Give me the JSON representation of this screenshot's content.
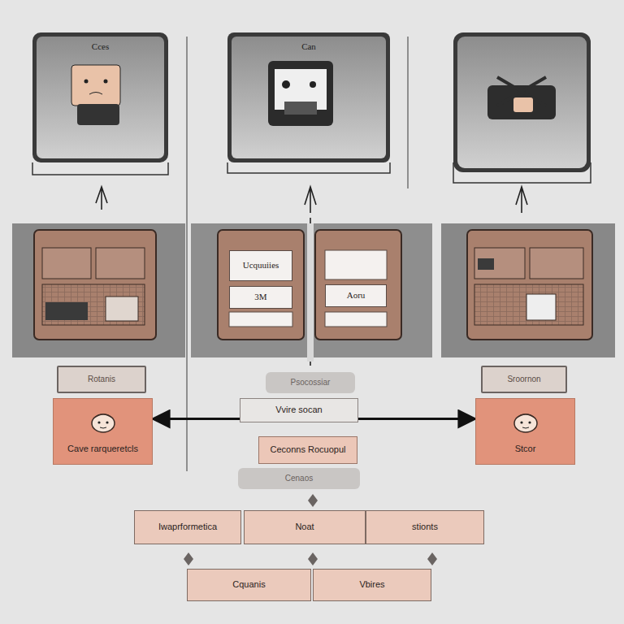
{
  "diagram": {
    "nodes": [
      {
        "text": [
          "Cces"
        ]
      },
      {
        "text": [
          "Can"
        ]
      },
      {
        "text": [
          "Ucquuiies"
        ]
      },
      {
        "text": [
          "3M"
        ]
      },
      {
        "text": [
          "Aoru"
        ]
      },
      {
        "text": [
          "Rotanis"
        ]
      },
      {
        "text": [
          "Cave rarqueretcls"
        ]
      },
      {
        "text": [
          "Sroornon"
        ]
      },
      {
        "text": [
          "Stcor"
        ]
      },
      {
        "text": [
          "Psocossiar"
        ]
      },
      {
        "text": [
          "Vvire socan"
        ]
      },
      {
        "text": [
          "Ceconns Rocuopul"
        ]
      },
      {
        "text": [
          "Cenaos"
        ]
      },
      {
        "text": [
          "Iwaprformetica"
        ]
      },
      {
        "text": [
          "Noat"
        ]
      },
      {
        "text": [
          "stionts"
        ]
      },
      {
        "text": [
          "Cquanis"
        ]
      },
      {
        "text": [
          "Vbires"
        ]
      }
    ],
    "edges": [
      {
        "from": 10,
        "to": 6,
        "arrow": "to"
      },
      {
        "from": 10,
        "to": 8,
        "arrow": "to"
      }
    ]
  }
}
